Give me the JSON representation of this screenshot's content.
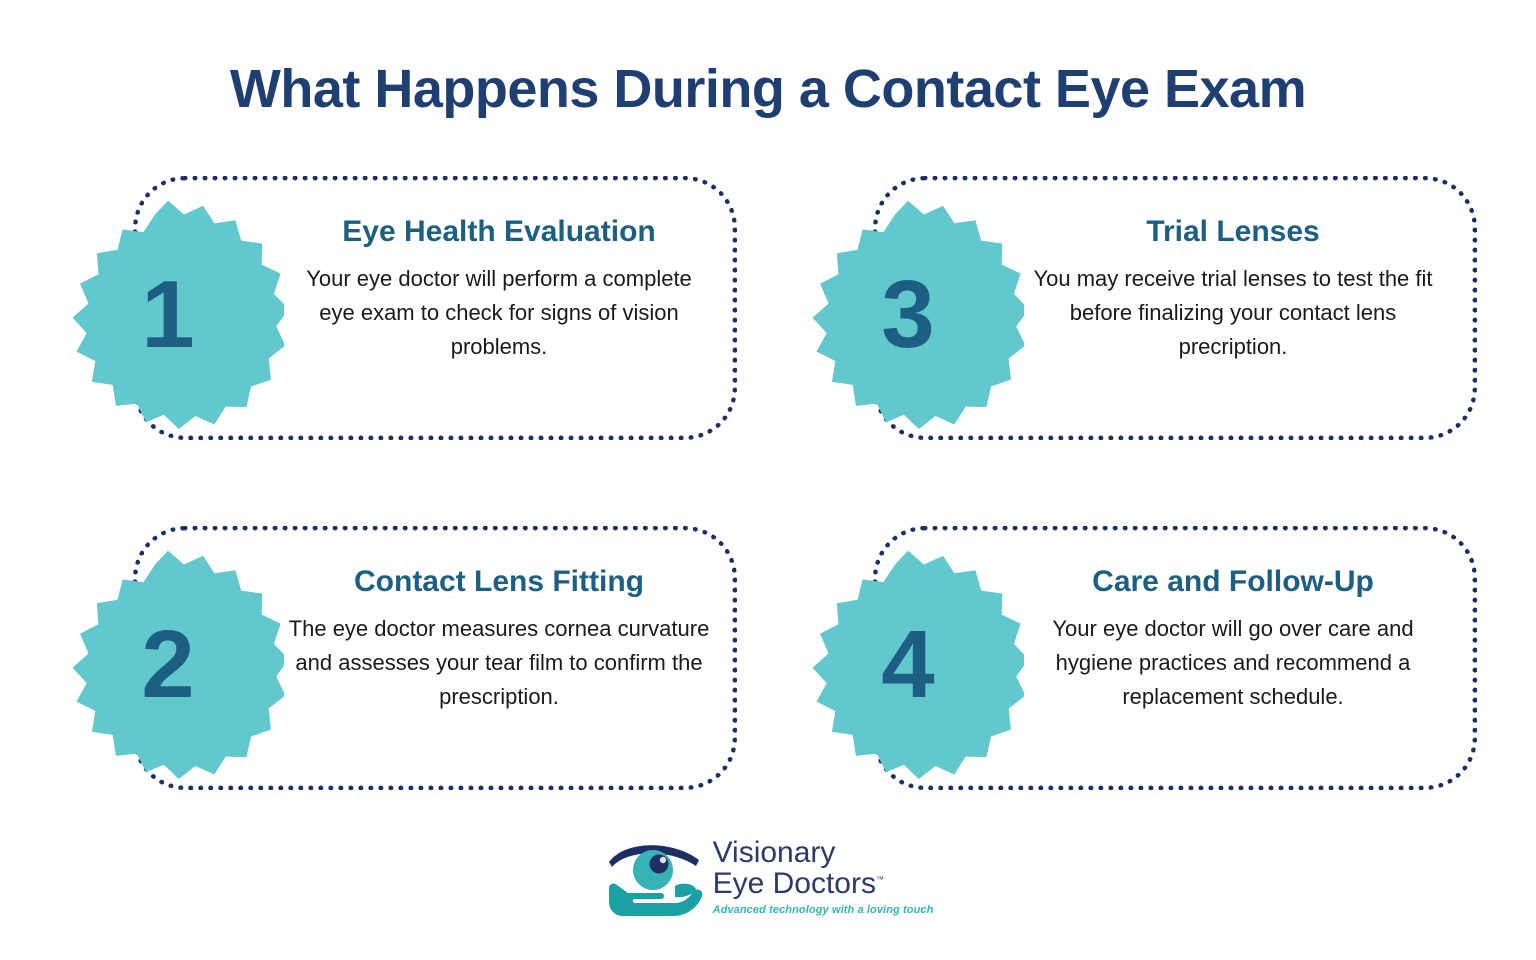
{
  "page": {
    "title": "What Happens During a Contact Eye Exam",
    "background_color": "#FFFFFF",
    "title_color": "#1F3F72"
  },
  "colors": {
    "navy": "#1B2F63",
    "title_navy": "#1F3F72",
    "heading_blue": "#1C5F82",
    "badge_teal": "#63C8CE",
    "body_text": "#1A1A1A",
    "logo_navy": "#2B3A6B",
    "logo_teal": "#1BA0A3",
    "tagline_teal": "#36B5B0"
  },
  "steps": [
    {
      "number": "1",
      "heading": "Eye Health Evaluation",
      "body": "Your eye doctor will perform a complete eye exam to check for signs of vision problems."
    },
    {
      "number": "2",
      "heading": "Contact Lens Fitting",
      "body": "The eye doctor measures cornea curvature and assesses your tear film to confirm the prescription."
    },
    {
      "number": "3",
      "heading": "Trial Lenses",
      "body": "You may receive trial lenses to test the fit before finalizing your contact lens precription."
    },
    {
      "number": "4",
      "heading": "Care and Follow-Up",
      "body": "Your eye doctor will go over care and hygiene practices and recommend a replacement schedule."
    }
  ],
  "logo": {
    "name_line1": "Visionary",
    "name_line2": "Eye Doctors",
    "tagline": "Advanced technology with a loving touch",
    "trademark": "™",
    "mark_name": "eye-in-hand-logo-icon"
  }
}
